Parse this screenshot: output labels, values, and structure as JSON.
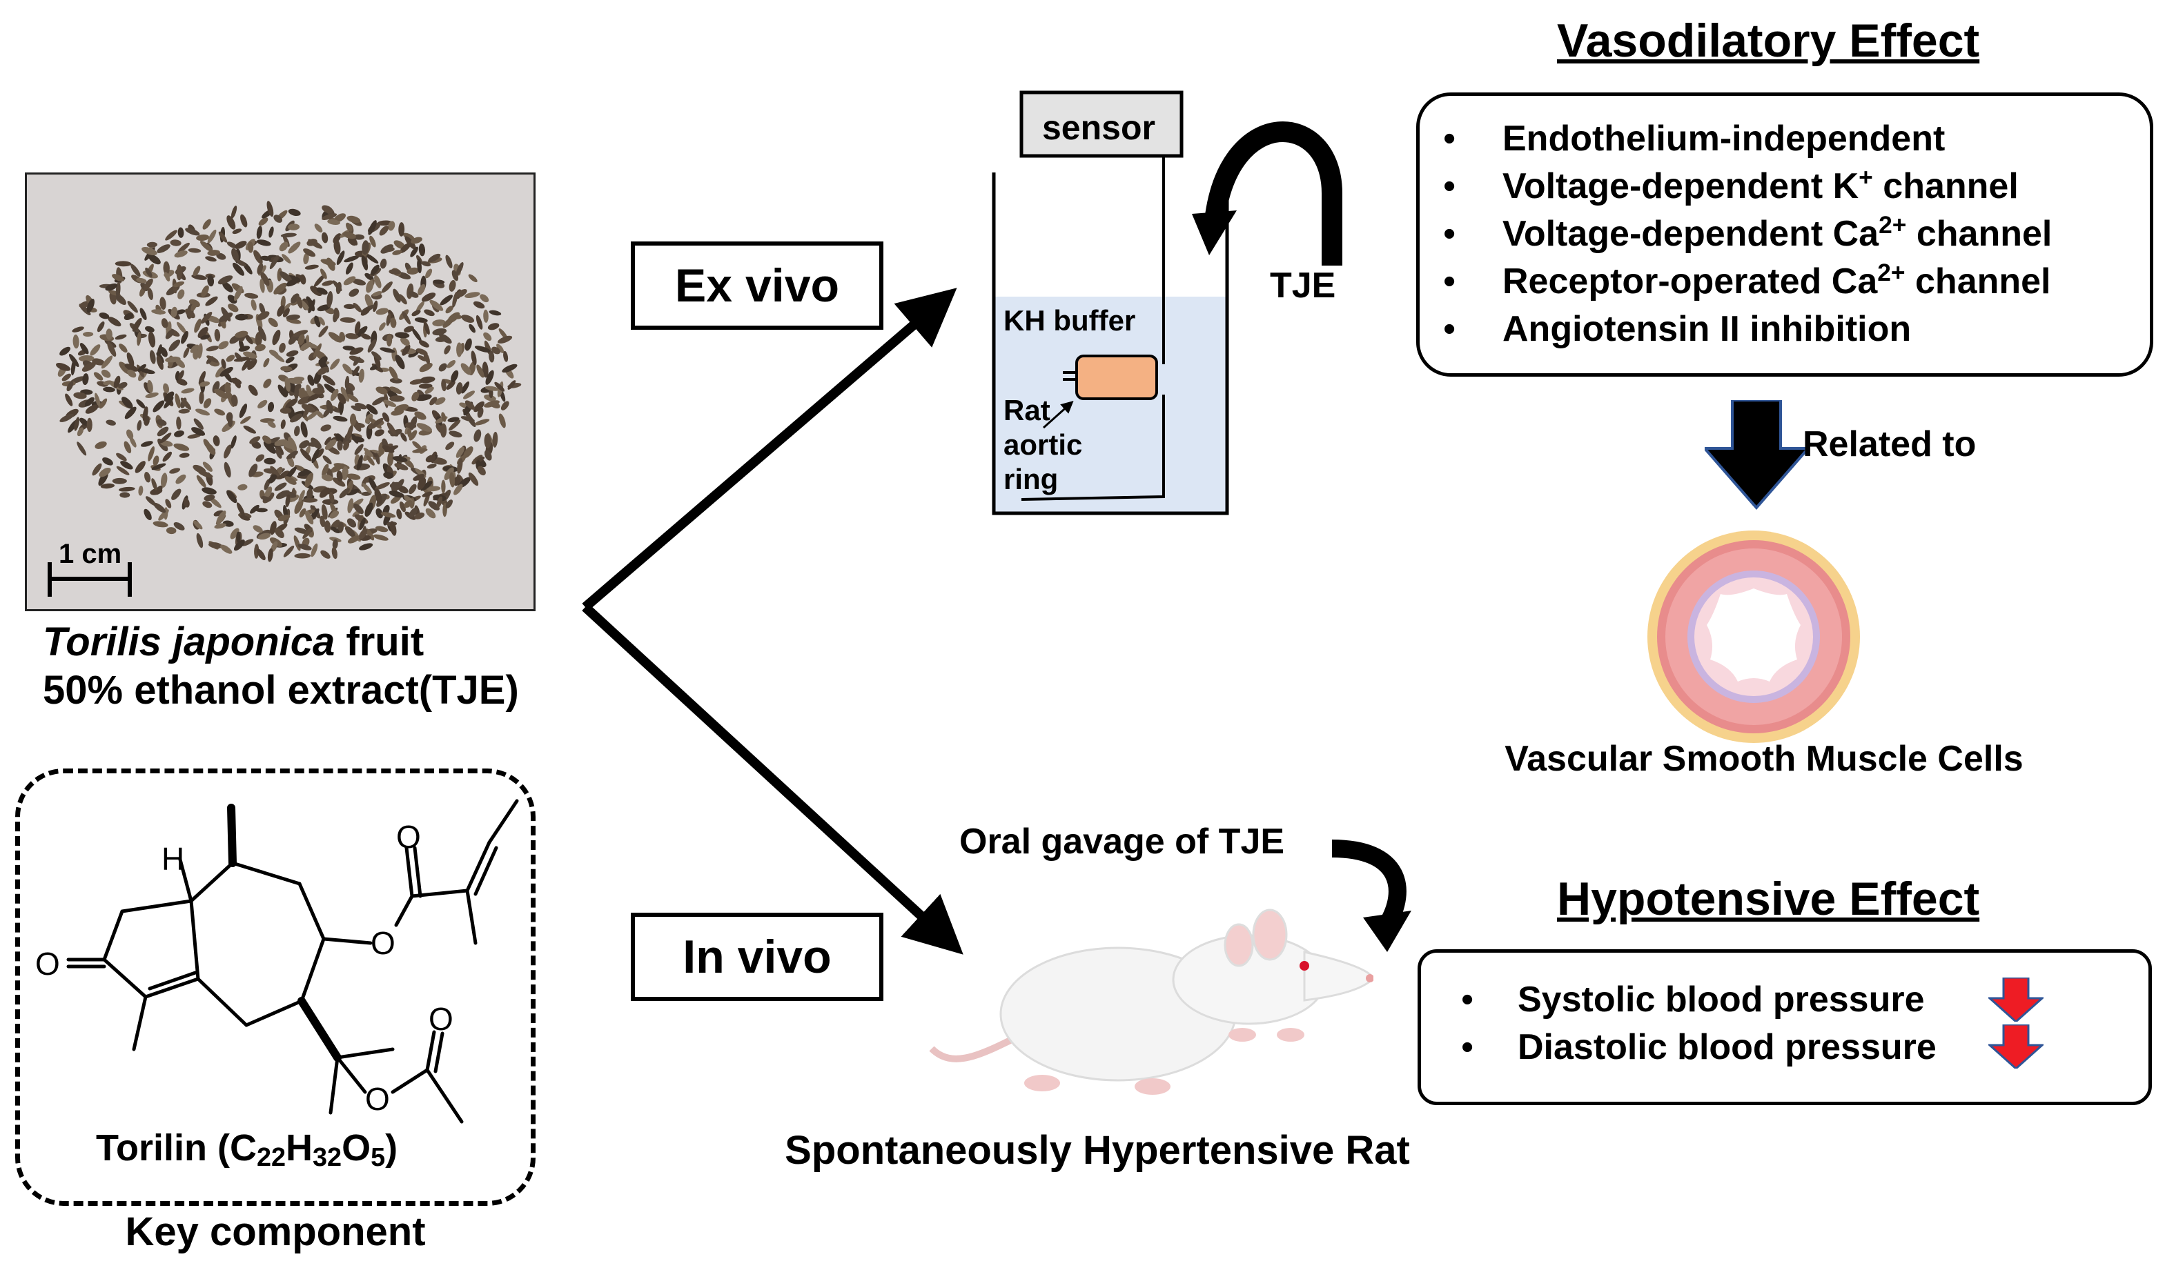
{
  "plant": {
    "scale_label": "1 cm",
    "species_italic": "Torilis japonica",
    "species_suffix": " fruit",
    "extract_line": "50% ethanol extract(TJE)"
  },
  "compound": {
    "name_prefix": "Torilin (C",
    "sub1": "22",
    "h": "H",
    "sub2": "32",
    "o": "O",
    "sub3": "5",
    "close": ")",
    "group_label": "Key component",
    "atom_h": "H",
    "atom_o": "O"
  },
  "paths": {
    "ex_vivo_label": "Ex vivo",
    "in_vivo_label": "In vivo"
  },
  "setup": {
    "sensor_label": "sensor",
    "buffer_label": "KH buffer",
    "tissue_label": [
      "Rat",
      "aortic",
      "ring"
    ],
    "drug_label": "TJE"
  },
  "vasodilatory": {
    "title": "Vasodilatory Effect",
    "items": [
      {
        "pre": "Endothelium-independent",
        "sup": "",
        "post": ""
      },
      {
        "pre": "Voltage-dependent K",
        "sup": "+",
        "post": " channel"
      },
      {
        "pre": "Voltage-dependent Ca",
        "sup": "2+",
        "post": " channel"
      },
      {
        "pre": "Receptor-operated Ca",
        "sup": "2+",
        "post": " channel"
      },
      {
        "pre": "Angiotensin II inhibition",
        "sup": "",
        "post": ""
      }
    ],
    "bullet": "•",
    "related_label": "Related to",
    "cell_label": "Vascular Smooth Muscle Cells"
  },
  "in_vivo": {
    "dosing_label": "Oral gavage of TJE",
    "animal_label": "Spontaneously Hypertensive Rat"
  },
  "hypotensive": {
    "title": "Hypotensive Effect",
    "items": [
      "Systolic blood pressure",
      "Diastolic blood pressure"
    ],
    "bullet": "•"
  },
  "colors": {
    "buffer_fill": "#dce6f4",
    "ring_fill": "#f4b183",
    "arrow_red": "#ee1c24",
    "arrow_blue": "#2f5597",
    "seed_brown": "#5a4a3c"
  }
}
